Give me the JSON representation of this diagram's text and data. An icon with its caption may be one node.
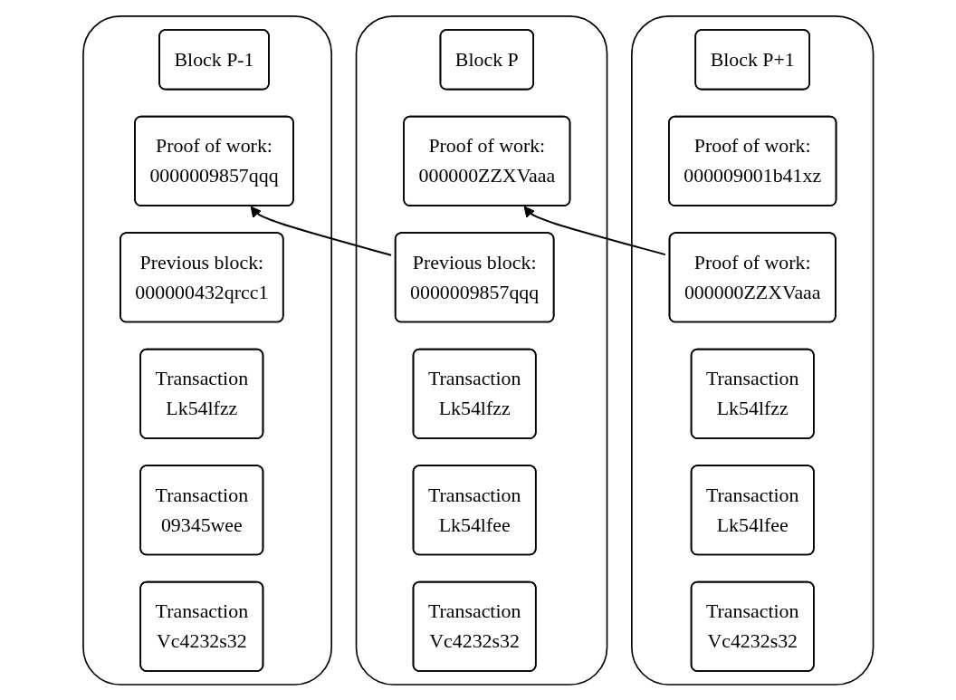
{
  "diagram": {
    "nodes": [
      {
        "text": [],
        "shape": "box"
      },
      {
        "text": [
          "Block P-1"
        ],
        "in": 0
      },
      {
        "text": [
          "Proof of work:",
          "0000009857qqq"
        ],
        "in": 0
      },
      {
        "text": [
          "Previous block:",
          "000000432qrcc1"
        ],
        "in": 0
      },
      {
        "text": [
          "Transaction",
          "Lk54lfzz"
        ],
        "in": 0
      },
      {
        "text": [
          "Transaction",
          "09345wee"
        ],
        "in": 0
      },
      {
        "text": [
          "Transaction",
          "Vc4232s32"
        ],
        "in": 0
      },
      {
        "text": [],
        "shape": "box"
      },
      {
        "text": [
          "Block P"
        ],
        "in": 7
      },
      {
        "text": [
          "Proof of work:",
          "000000ZZXVaaa"
        ],
        "in": 7
      },
      {
        "text": [
          "Previous block:",
          "0000009857qqq"
        ],
        "in": 7
      },
      {
        "text": [
          "Transaction",
          "Lk54lfzz"
        ],
        "in": 7
      },
      {
        "text": [
          "Transaction",
          "Lk54lfee"
        ],
        "in": 7
      },
      {
        "text": [
          "Transaction",
          "Vc4232s32"
        ],
        "in": 7
      },
      {
        "text": [],
        "shape": "box"
      },
      {
        "text": [
          "Block P+1"
        ],
        "in": 14
      },
      {
        "text": [
          "Proof of work:",
          "000009001b41xz"
        ],
        "in": 14
      },
      {
        "text": [
          "Proof of work:",
          "000000ZZXVaaa"
        ],
        "in": 14
      },
      {
        "text": [
          "Transaction",
          "Lk54lfzz"
        ],
        "in": 14
      },
      {
        "text": [
          "Transaction",
          "Lk54lfee"
        ],
        "in": 14
      },
      {
        "text": [
          "Transaction",
          "Vc4232s32"
        ],
        "in": 14
      }
    ],
    "edges": [
      {
        "from": 10,
        "to": 2,
        "arrow": "to"
      },
      {
        "from": 17,
        "to": 9,
        "arrow": "to"
      }
    ]
  }
}
